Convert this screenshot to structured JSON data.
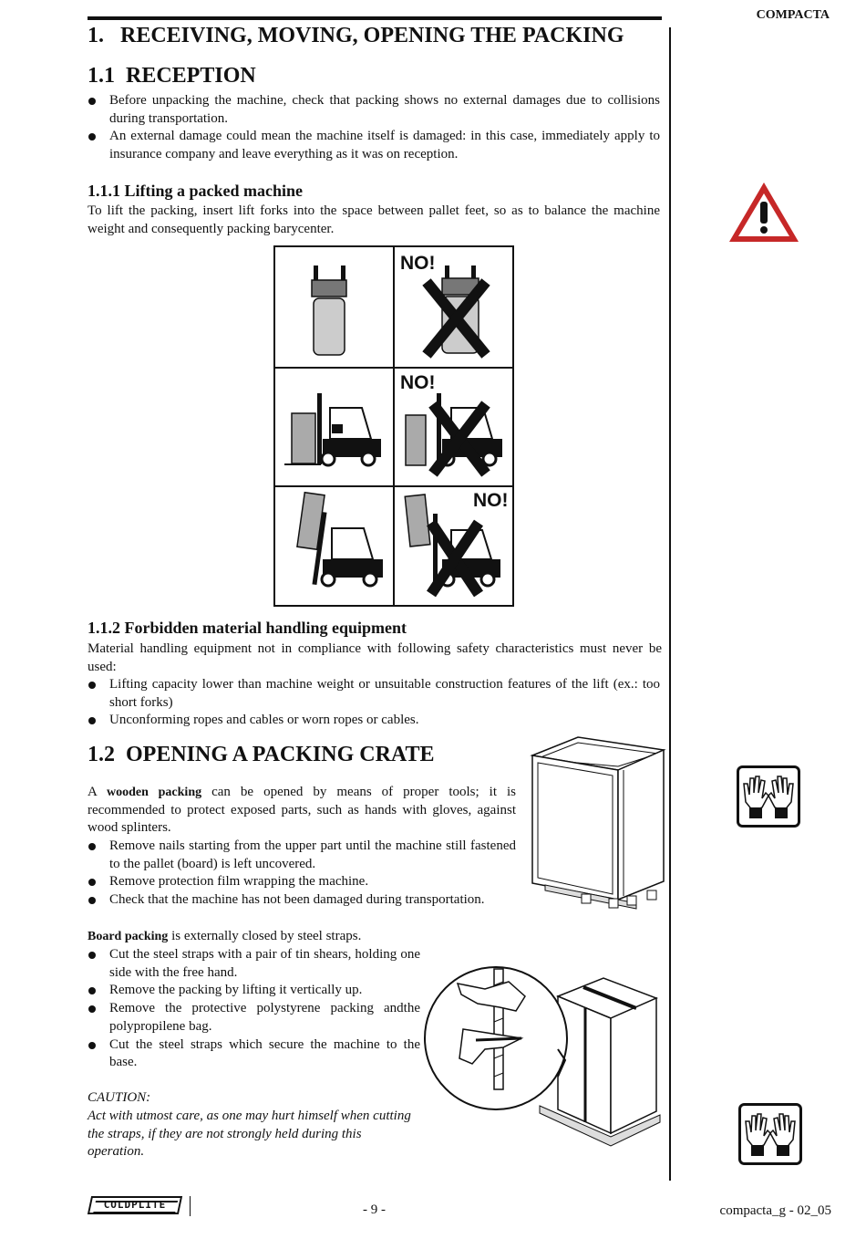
{
  "header": {
    "doc_title": "COMPACTA"
  },
  "section1": {
    "title": "1.   RECEIVING, MOVING, OPENING THE PACKING"
  },
  "s11": {
    "title": "1.1  RECEPTION",
    "bullets": [
      "Before unpacking the machine, check that packing shows no external damages due to collisions during transportation.",
      "An external damage could mean the machine itself is damaged: in this case,  immediately apply to insurance company and leave everything  as it was on  reception."
    ]
  },
  "s111": {
    "title": "1.1.1 Lifting a packed machine",
    "text": "To lift the packing, insert lift  forks into the space between pallet  feet, so as to balance the machine weight and consequently packing barycenter."
  },
  "figure": {
    "no_labels": [
      "NO!",
      "NO!",
      "NO!"
    ]
  },
  "s112": {
    "title": "1.1.2 Forbidden material handling equipment",
    "text": "Material handling equipment not in compliance with  following safety characteristics must never be used:",
    "bullets": [
      "Lifting capacity lower than machine weight or unsuitable construction features of the lift (ex.: too short forks)",
      "Unconforming ropes and cables or worn ropes or cables."
    ]
  },
  "s12": {
    "title": "1.2  OPENING A PACKING CRATE",
    "intro_pre": "A ",
    "intro_bold": "wooden packing",
    "intro_post": " can be opened by means of  proper tools; it is recommended to protect exposed parts, such as hands with gloves, against wood splinters.",
    "bullets": [
      "Remove nails starting from the upper part until the machine still fastened to the pallet  (board) is left uncovered.",
      "Remove protection film wrapping the machine.",
      "Check that the machine has not been damaged during transportation."
    ],
    "board_bold": "Board packing",
    "board_post": " is externally closed by steel straps.",
    "board_bullets": [
      "Cut the steel straps with a pair of tin shears, holding one side with the free hand.",
      "Remove the packing by lifting it vertically up.",
      "Remove the protective polystyrene packing andthe polypropilene bag.",
      "Cut the steel straps which secure the machine to the base."
    ],
    "caution_title": "CAUTION:",
    "caution_text": "Act with utmost care, as one may  hurt  himself when cutting the straps, if they are not strongly held during this operation."
  },
  "footer": {
    "logo_text": "COLDPLITE",
    "page": "- 9 -",
    "code": "compacta_g - 02_05"
  },
  "icons": [
    "warning-icon",
    "gloves-icon",
    "gloves-icon"
  ]
}
